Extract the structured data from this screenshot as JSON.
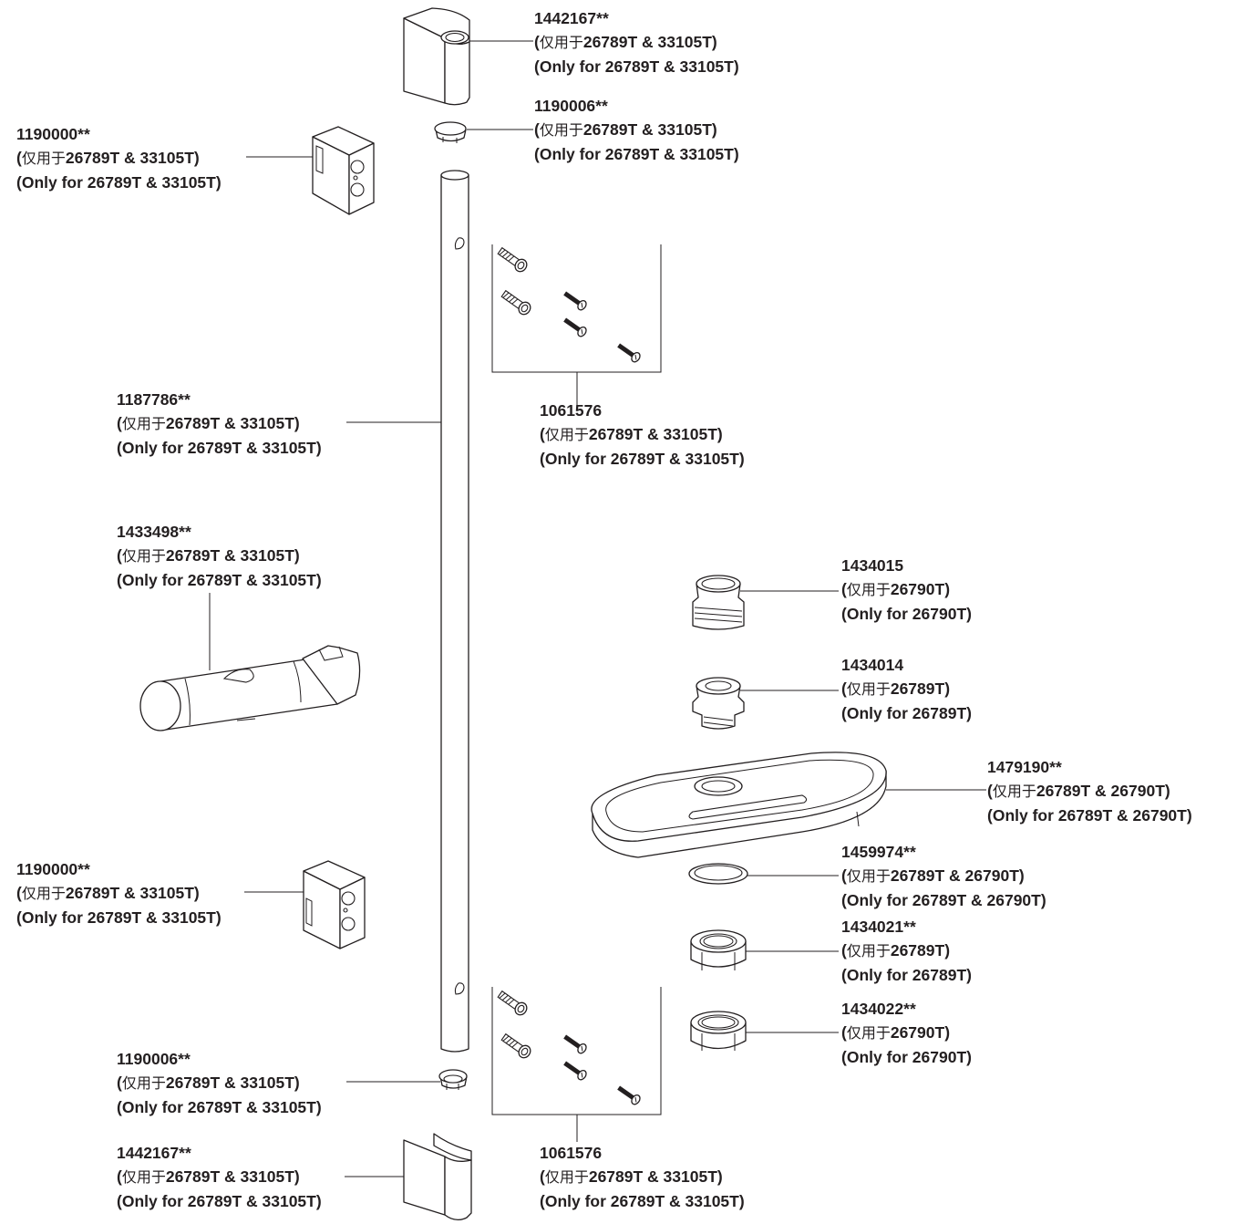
{
  "labels": {
    "end_cap_top": {
      "part": "1442167**",
      "cn_prefix": "(",
      "cn_text": "仅用于",
      "cn_models": "26789T & 33105T)",
      "en": "(Only for 26789T & 33105T)"
    },
    "plug_top": {
      "part": "1190006**",
      "cn_prefix": "(",
      "cn_text": "仅用于",
      "cn_models": "26789T & 33105T)",
      "en": "(Only for 26789T & 33105T)"
    },
    "bracket_top": {
      "part": "1190000**",
      "cn_prefix": "(",
      "cn_text": "仅用于",
      "cn_models": "26789T & 33105T)",
      "en": "(Only for 26789T & 33105T)"
    },
    "rail": {
      "part": "1187786**",
      "cn_prefix": "(",
      "cn_text": "仅用于",
      "cn_models": "26789T & 33105T)",
      "en": "(Only for 26789T & 33105T)"
    },
    "screw_kit_top": {
      "part": "1061576",
      "cn_prefix": "(",
      "cn_text": "仅用于",
      "cn_models": "26789T & 33105T)",
      "en": "(Only for 26789T & 33105T)"
    },
    "slider": {
      "part": "1433498**",
      "cn_prefix": "(",
      "cn_text": "仅用于",
      "cn_models": "26789T & 33105T)",
      "en": "(Only for 26789T & 33105T)"
    },
    "adapter_26790": {
      "part": "1434015",
      "cn_prefix": "(",
      "cn_text": "仅用于",
      "cn_models": "26790T)",
      "en": "(Only for 26790T)"
    },
    "adapter_26789": {
      "part": "1434014",
      "cn_prefix": "(",
      "cn_text": "仅用于",
      "cn_models": "26789T)",
      "en": "(Only for 26789T)"
    },
    "soap_dish": {
      "part": "1479190**",
      "cn_prefix": "(",
      "cn_text": "仅用于",
      "cn_models": "26789T & 26790T)",
      "en": "(Only for 26789T & 26790T)"
    },
    "washer": {
      "part": "1459974**",
      "cn_prefix": "(",
      "cn_text": "仅用于",
      "cn_models": "26789T & 26790T)",
      "en": "(Only for 26789T & 26790T)"
    },
    "nut_26789": {
      "part": "1434021**",
      "cn_prefix": "(",
      "cn_text": "仅用于",
      "cn_models": "26789T)",
      "en": "(Only for 26789T)"
    },
    "nut_26790": {
      "part": "1434022**",
      "cn_prefix": "(",
      "cn_text": "仅用于",
      "cn_models": "26790T)",
      "en": "(Only for 26790T)"
    },
    "bracket_bottom": {
      "part": "1190000**",
      "cn_prefix": "(",
      "cn_text": "仅用于",
      "cn_models": "26789T & 33105T)",
      "en": "(Only for 26789T & 33105T)"
    },
    "plug_bottom": {
      "part": "1190006**",
      "cn_prefix": "(",
      "cn_text": "仅用于",
      "cn_models": "26789T & 33105T)",
      "en": "(Only for 26789T & 33105T)"
    },
    "screw_kit_bottom": {
      "part": "1061576",
      "cn_prefix": "(",
      "cn_text": "仅用于",
      "cn_models": "26789T & 33105T)",
      "en": "(Only for 26789T & 33105T)"
    },
    "end_cap_bottom": {
      "part": "1442167**",
      "cn_prefix": "(",
      "cn_text": "仅用于",
      "cn_models": "26789T & 33105T)",
      "en": "(Only for 26789T & 33105T)"
    }
  },
  "colors": {
    "ink": "#231f20",
    "paper": "#ffffff"
  }
}
